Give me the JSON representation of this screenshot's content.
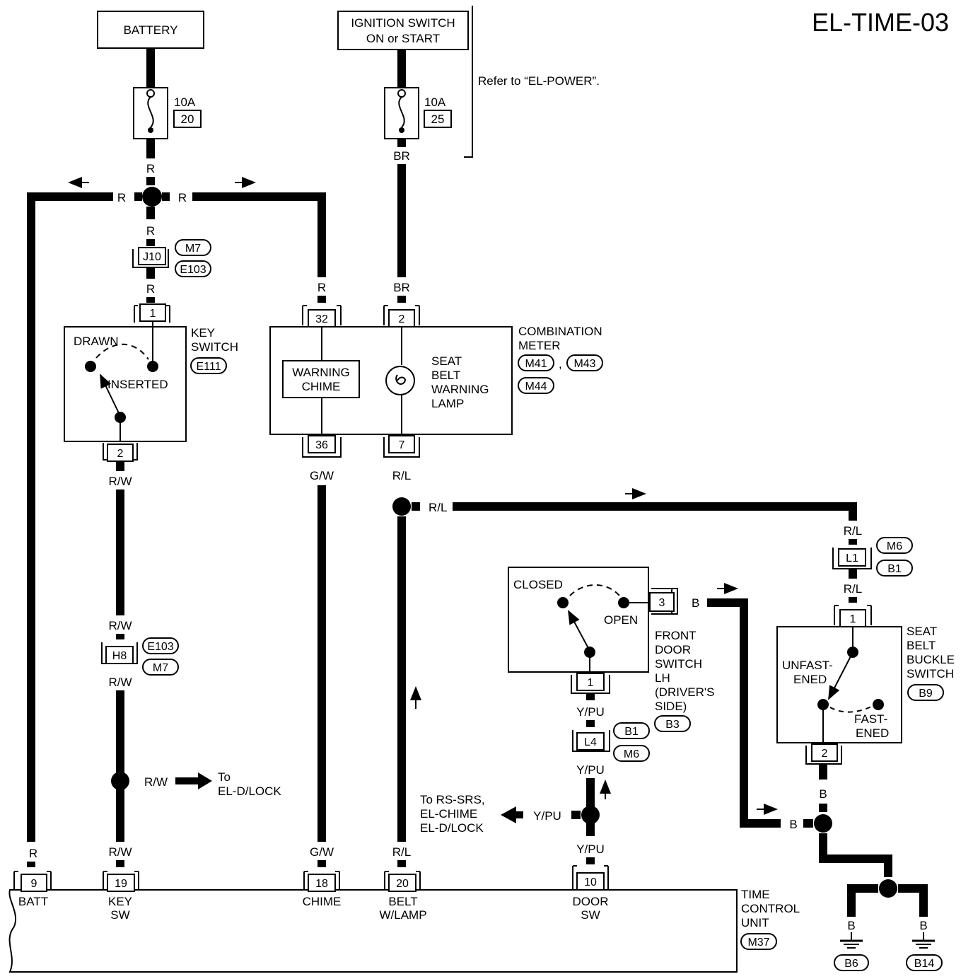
{
  "page_code": "EL-TIME-03",
  "power_sources": {
    "battery": "BATTERY",
    "ignition": [
      "IGNITION SWITCH",
      "ON or START"
    ],
    "refer_note": "Refer to “EL-POWER”."
  },
  "fuses": [
    {
      "amps": "10A",
      "number": "20"
    },
    {
      "amps": "10A",
      "number": "25"
    }
  ],
  "wire_colors": {
    "r": "R",
    "br": "BR",
    "rw": "R/W",
    "gw": "G/W",
    "rl": "R/L",
    "ypu": "Y/PU",
    "b": "B"
  },
  "connectors": {
    "j10": "J10",
    "m7": "M7",
    "e103": "E103",
    "e111": "E111",
    "h8": "H8",
    "m41": "M41",
    "m43": "M43",
    "m44": "M44",
    "l1": "L1",
    "m6": "M6",
    "b1": "B1",
    "b9": "B9",
    "l4": "L4",
    "b3": "B3",
    "m37": "M37",
    "b6": "B6",
    "b14": "B14",
    "comma": ","
  },
  "key_switch": {
    "name": [
      "KEY",
      "SWITCH"
    ],
    "drawn": "DRAWN",
    "inserted": "INSERTED",
    "pin_top": "1",
    "pin_bottom": "2"
  },
  "combination_meter": {
    "name": [
      "COMBINATION",
      "METER"
    ],
    "chime": [
      "WARNING",
      "CHIME"
    ],
    "lamp": [
      "SEAT",
      "BELT",
      "WARNING",
      "LAMP"
    ],
    "pins": {
      "p32": "32",
      "p2": "2",
      "p36": "36",
      "p7": "7"
    }
  },
  "door_switch": {
    "name": [
      "FRONT",
      "DOOR",
      "SWITCH",
      "LH",
      "(DRIVER'S",
      "SIDE)"
    ],
    "closed": "CLOSED",
    "open": "OPEN",
    "pin_side": "3",
    "pin_bottom": "1"
  },
  "buckle_switch": {
    "name": [
      "SEAT",
      "BELT",
      "BUCKLE",
      "SWITCH"
    ],
    "unfastened": [
      "UNFAST-",
      "ENED"
    ],
    "fastened": [
      "FAST-",
      "ENED"
    ],
    "pin_top": "1",
    "pin_bottom": "2"
  },
  "branches": {
    "dlock": [
      "To",
      "EL-D/LOCK"
    ],
    "srs": [
      "To RS-SRS,",
      "EL-CHIME",
      "EL-D/LOCK"
    ]
  },
  "time_control_unit": {
    "name": [
      "TIME",
      "CONTROL",
      "UNIT"
    ],
    "terminals": [
      {
        "pin": "9",
        "label": [
          "BATT"
        ]
      },
      {
        "pin": "19",
        "label": [
          "KEY",
          "SW"
        ]
      },
      {
        "pin": "18",
        "label": [
          "CHIME"
        ]
      },
      {
        "pin": "20",
        "label": [
          "BELT",
          "W/LAMP"
        ]
      },
      {
        "pin": "10",
        "label": [
          "DOOR",
          "SW"
        ]
      }
    ]
  }
}
